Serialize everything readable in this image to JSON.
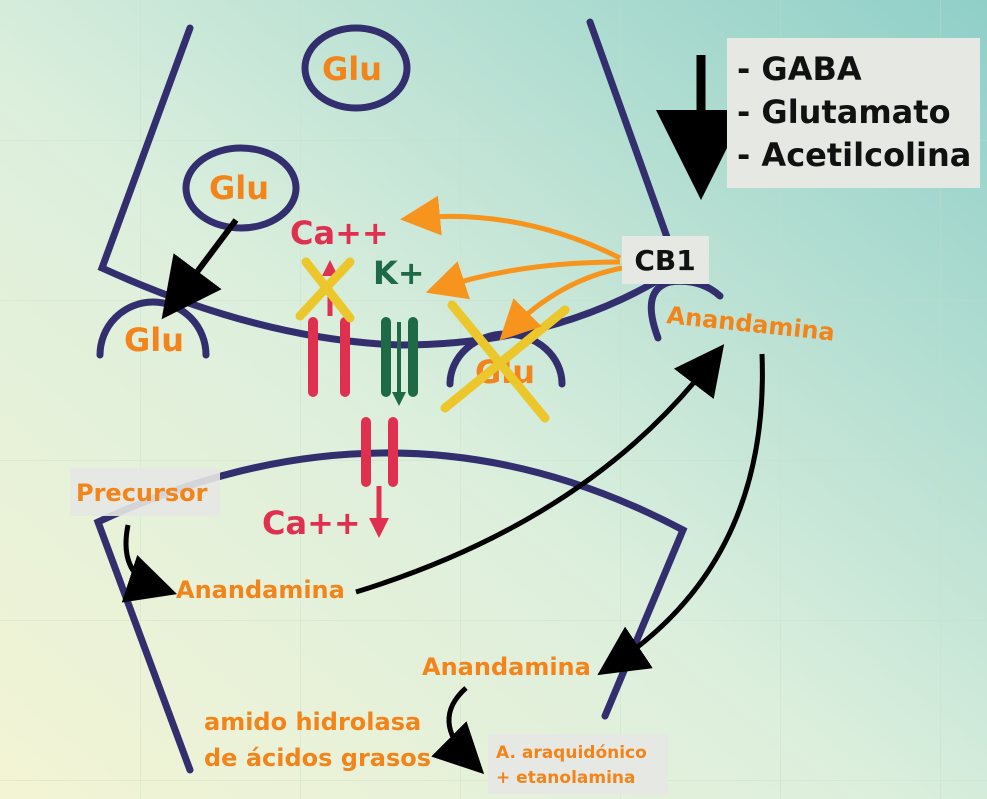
{
  "colors": {
    "membrane": "#332f6e",
    "label_orange": "#f2841a",
    "calcium_red": "#e0304f",
    "potassium_green": "#1f6a46",
    "inhibit_x": "#ecc72c",
    "label_box": "#e6e8e3"
  },
  "vesicles": {
    "top": "Glu",
    "mid": "Glu",
    "receptor_left": "Glu",
    "receptor_center": "Glu"
  },
  "ions": {
    "ca_top": "Ca++",
    "k": "K+",
    "ca_bottom": "Ca++"
  },
  "receptor": {
    "label": "CB1"
  },
  "neurotransmitters": [
    "- GABA",
    "- Glutamato",
    "- Acetilcolina"
  ],
  "labels": {
    "anandamina_receptor": "Anandamina",
    "precursor": "Precursor",
    "anandamina_post": "Anandamina",
    "anandamina_lower": "Anandamina",
    "enzyme_line1": "amido hidrolasa",
    "enzyme_line2": "de ácidos grasos",
    "products_line1": "A. araquidónico",
    "products_line2": "+ etanolamina"
  }
}
